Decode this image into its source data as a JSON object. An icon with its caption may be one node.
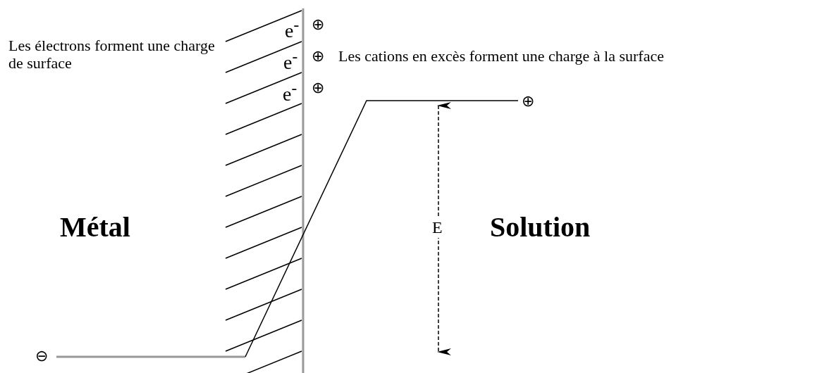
{
  "diagram": {
    "labels": [
      "e$^{-}$",
      "⊕",
      "Les électrons forment une charge de surface",
      "e$^{-}$",
      "⊕",
      "Les cations en excès forment une charge à la surface",
      "e$^{-}$",
      "⊕",
      "⊕",
      "E",
      "Métal",
      "Solution",
      "⊖"
    ]
  }
}
